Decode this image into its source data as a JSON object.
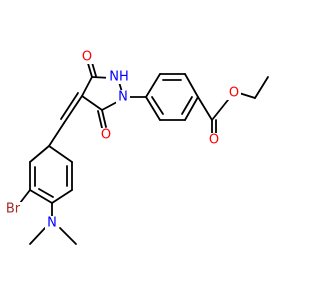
{
  "molecule": {
    "atoms": {
      "o_top": "O",
      "nh": "NH",
      "n_ring": "N",
      "o_bottom": "O",
      "o_ester_carbonyl": "O",
      "o_ester": "O",
      "br": "Br",
      "n_amine": "N"
    },
    "colors": {
      "bond": "#000000",
      "O": "#ff0000",
      "N": "#0000ff",
      "Br": "#a52a2a"
    }
  }
}
